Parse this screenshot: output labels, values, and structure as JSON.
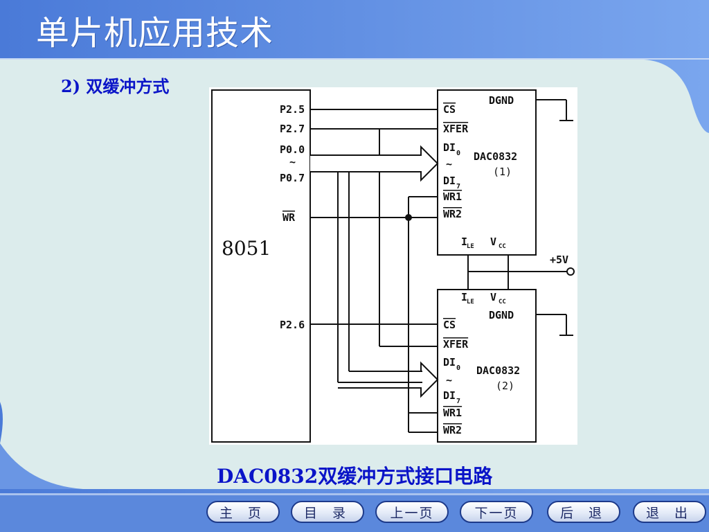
{
  "slide": {
    "title": "单片机应用技术",
    "subtitle": "2) 双缓冲方式",
    "caption": "DAC0832双缓冲方式接口电路"
  },
  "circuit": {
    "mcu_label": "8051",
    "mcu_pins": {
      "p25": "P2.5",
      "p27": "P2.7",
      "p00": "P0.0",
      "tilde": "~",
      "p07": "P0.7",
      "wr": "WR",
      "p26": "P2.6"
    },
    "dac1": {
      "dgnd": "DGND",
      "cs": "CS",
      "xfer": "XFER",
      "di0": "DI",
      "di0_sub": "0",
      "tilde": "~",
      "di7": "DI",
      "di7_sub": "7",
      "wr1": "WR1",
      "wr2": "WR2",
      "name": "DAC0832",
      "index": "(1)",
      "ile": "I",
      "ile_sub": "LE",
      "vcc": "V",
      "vcc_sub": "CC"
    },
    "dac2": {
      "dgnd": "DGND",
      "cs": "CS",
      "xfer": "XFER",
      "di0": "DI",
      "di0_sub": "0",
      "tilde": "~",
      "di7": "DI",
      "di7_sub": "7",
      "wr1": "WR1",
      "wr2": "WR2",
      "name": "DAC0832",
      "index": "(2)",
      "ile": "I",
      "ile_sub": "LE",
      "vcc": "V",
      "vcc_sub": "CC"
    },
    "supply": "+5V"
  },
  "nav": {
    "home": "主 页",
    "toc": "目 录",
    "prev": "上一页",
    "next": "下一页",
    "back": "后 退",
    "exit": "退 出"
  },
  "colors": {
    "header_blue": "#5f8fe0",
    "content_bg": "#dcecec",
    "text_blue": "#0a14c8"
  }
}
